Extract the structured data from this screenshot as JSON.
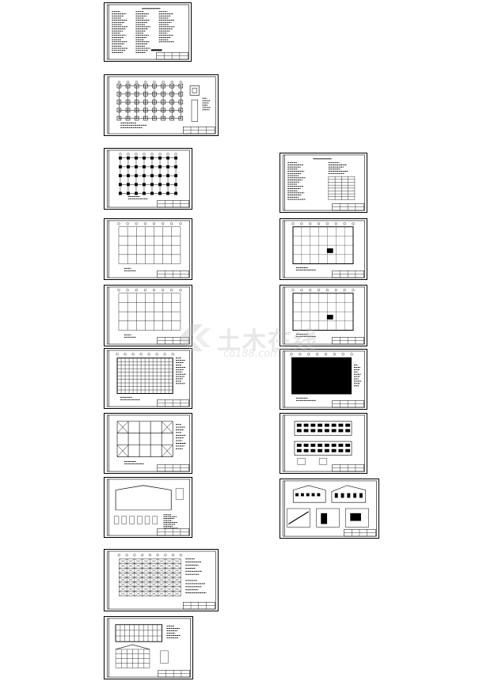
{
  "sheets": [
    {
      "kind": "notes",
      "label": "drawing-sheet-1"
    },
    {
      "kind": "foundation",
      "label": "drawing-sheet-2"
    },
    {
      "kind": "grid-dots",
      "label": "drawing-sheet-3"
    },
    {
      "kind": "grid",
      "label": "drawing-sheet-4"
    },
    {
      "kind": "grid",
      "label": "drawing-sheet-5"
    },
    {
      "kind": "dense-grid",
      "label": "drawing-sheet-6"
    },
    {
      "kind": "bracing",
      "label": "drawing-sheet-7"
    },
    {
      "kind": "frame",
      "label": "drawing-sheet-8"
    },
    {
      "kind": "dense-grid",
      "label": "drawing-sheet-9"
    },
    {
      "kind": "elevation-detail",
      "label": "drawing-sheet-10"
    },
    {
      "kind": "notes-table",
      "label": "drawing-sheet-11"
    },
    {
      "kind": "plan",
      "label": "drawing-sheet-12"
    },
    {
      "kind": "plan",
      "label": "drawing-sheet-13"
    },
    {
      "kind": "filled",
      "label": "drawing-sheet-14"
    },
    {
      "kind": "elevations",
      "label": "drawing-sheet-15"
    },
    {
      "kind": "building-3d",
      "label": "drawing-sheet-16"
    }
  ],
  "watermark": {
    "text": "土木在线",
    "sub": "co188.com",
    "color": "#bcbcbc"
  },
  "colors": {
    "line": "#000000",
    "paper": "#ffffff"
  }
}
